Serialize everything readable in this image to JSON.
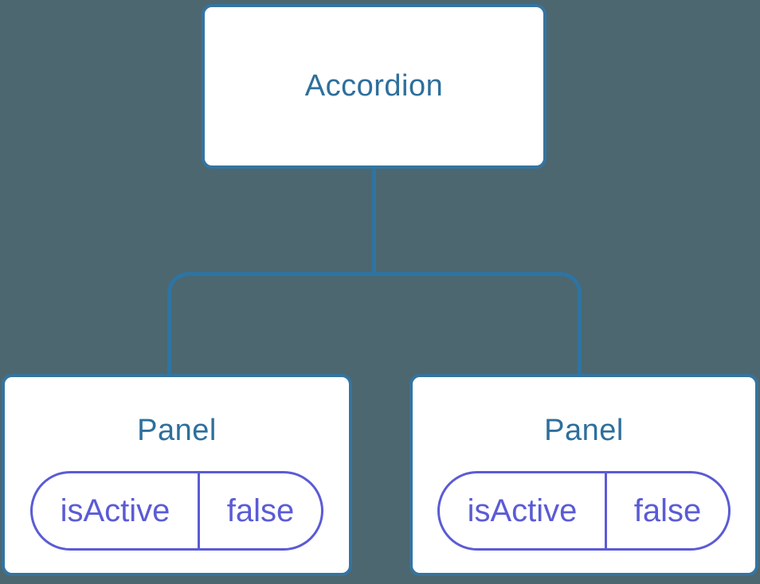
{
  "diagram": {
    "root": {
      "label": "Accordion"
    },
    "children": [
      {
        "label": "Panel",
        "state": {
          "key": "isActive",
          "value": "false"
        }
      },
      {
        "label": "Panel",
        "state": {
          "key": "isActive",
          "value": "false"
        }
      }
    ]
  },
  "colors": {
    "background": "#4C6770",
    "node_fill": "#FFFFFF",
    "node_border": "#35749F",
    "node_title": "#2E6F9C",
    "connector": "#2E74A3",
    "state_accent": "#5B5BD6"
  }
}
